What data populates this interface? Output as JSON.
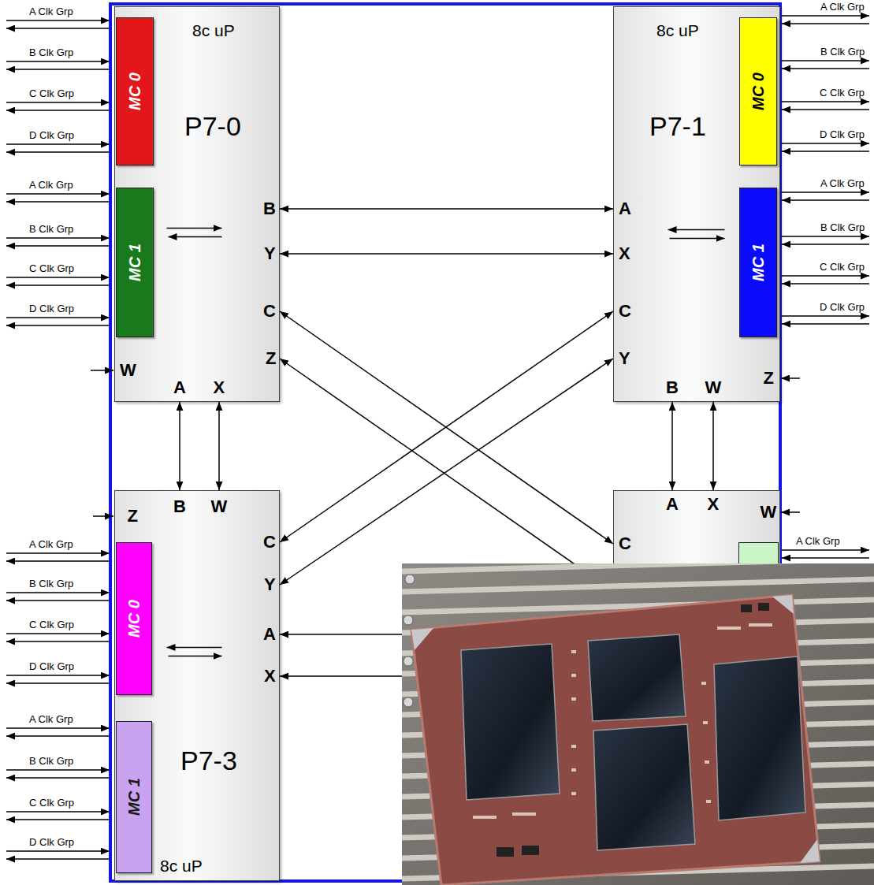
{
  "diagram": {
    "nodes": [
      {
        "text": [
          "8c uP",
          "P7-0",
          "B",
          "Y",
          "C",
          "Z",
          "W",
          "A",
          "X"
        ]
      },
      {
        "text": [
          "MC 0"
        ],
        "in": 0
      },
      {
        "text": [
          "MC 1"
        ],
        "in": 0
      },
      {
        "text": [
          "8c uP",
          "P7-1",
          "A",
          "X",
          "C",
          "Y",
          "B",
          "W",
          "Z"
        ]
      },
      {
        "text": [
          "MC 0"
        ],
        "in": 3
      },
      {
        "text": [
          "MC 1"
        ],
        "in": 3
      },
      {
        "text": [
          "Z",
          "B",
          "W",
          "C",
          "Y",
          "A",
          "X",
          "P7-3",
          "8c uP"
        ]
      },
      {
        "text": [
          "MC 0"
        ],
        "in": 6
      },
      {
        "text": [
          "MC 1"
        ],
        "in": 6
      },
      {
        "text": [
          "A",
          "X",
          "W",
          "C"
        ]
      }
    ],
    "edges": [
      {
        "from": 0,
        "to": 3,
        "arrow": "both"
      },
      {
        "from": 0,
        "to": 3,
        "arrow": "both"
      },
      {
        "from": 0,
        "to": 9,
        "arrow": "both"
      },
      {
        "from": 0,
        "to": 9,
        "arrow": "both"
      },
      {
        "from": 3,
        "to": 6,
        "arrow": "both"
      },
      {
        "from": 3,
        "to": 6,
        "arrow": "both"
      },
      {
        "from": 0,
        "to": 6,
        "arrow": "both"
      },
      {
        "from": 0,
        "to": 6,
        "arrow": "both"
      },
      {
        "from": 3,
        "to": 9,
        "arrow": "both"
      },
      {
        "from": 3,
        "to": 9,
        "arrow": "both"
      },
      {
        "from": 9,
        "to": 6,
        "arrow": "to"
      },
      {
        "from": 9,
        "to": 6,
        "arrow": "to"
      }
    ],
    "labels": [
      "A Clk Grp",
      "B Clk Grp",
      "C Clk Grp",
      "D Clk Grp",
      "A Clk Grp",
      "B Clk Grp",
      "C Clk Grp",
      "D Clk Grp",
      "A Clk Grp",
      "B Clk Grp",
      "C Clk Grp",
      "D Clk Grp",
      "A Clk Grp",
      "B Clk Grp",
      "C Clk Grp",
      "D Clk Grp",
      "A Clk Grp",
      "B Clk Grp",
      "C Clk Grp",
      "D Clk Grp",
      "A Clk Grp",
      "B Clk Grp",
      "C Clk Grp",
      "D Clk Grp",
      "A Clk Grp"
    ]
  }
}
